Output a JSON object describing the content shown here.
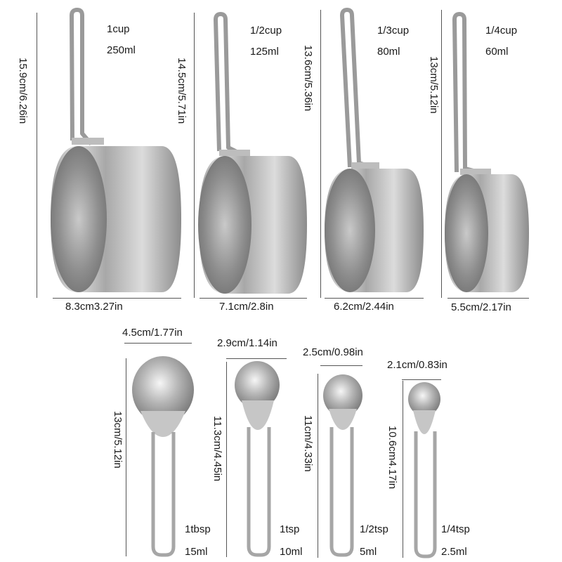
{
  "cups": [
    {
      "cap": "1cup",
      "vol": "250ml",
      "height": "15.9cm/6.26in",
      "width": "8.3cm3.27in"
    },
    {
      "cap": "1/2cup",
      "vol": "125ml",
      "height": "14.5cm/5.71in",
      "width": "7.1cm/2.8in"
    },
    {
      "cap": "1/3cup",
      "vol": "80ml",
      "height": "13.6cm/5.36in",
      "width": "6.2cm/2.44in"
    },
    {
      "cap": "1/4cup",
      "vol": "60ml",
      "height": "13cm/5.12in",
      "width": "5.5cm/2.17in"
    }
  ],
  "spoons": [
    {
      "cap": "1tbsp",
      "vol": "15ml",
      "height": "13cm/5.12in",
      "width": "4.5cm/1.77in"
    },
    {
      "cap": "1tsp",
      "vol": "10ml",
      "height": "11.3cm/4.45in",
      "width": "2.9cm/1.14in"
    },
    {
      "cap": "1/2tsp",
      "vol": "5ml",
      "height": "11cm/4.33in",
      "width": "2.5cm/0.98in"
    },
    {
      "cap": "1/4tsp",
      "vol": "2.5ml",
      "height": "10.6cm4.17in",
      "width": "2.1cm/0.83in"
    }
  ],
  "colors": {
    "steel_light": "#e8e8e8",
    "steel_mid": "#b8b8b8",
    "steel_dark": "#7a7a7a",
    "guide": "#555555"
  }
}
